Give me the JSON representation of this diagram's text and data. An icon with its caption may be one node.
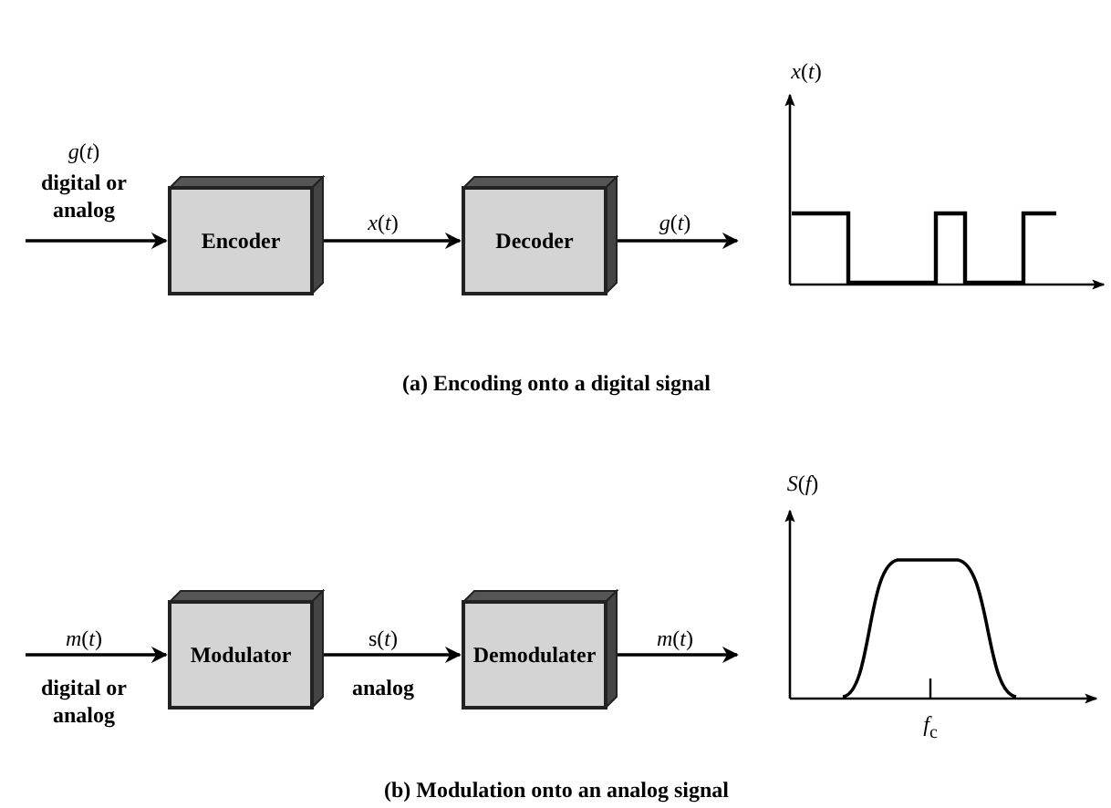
{
  "diagram": {
    "nodes": [
      {
        "text": [
          "Encoder"
        ]
      },
      {
        "text": [
          "Decoder"
        ]
      },
      {
        "text": [
          "Modulator"
        ]
      },
      {
        "text": [
          "Demodulater"
        ]
      }
    ],
    "edges": [
      {
        "from": null,
        "to": 0,
        "arrow": "to",
        "label": "*g*(*t*)"
      },
      {
        "from": 0,
        "to": 1,
        "arrow": "to",
        "label": "*x*(*t*)"
      },
      {
        "from": 1,
        "to": null,
        "arrow": "to",
        "label": "*g*(*t*)"
      },
      {
        "from": null,
        "to": 2,
        "arrow": "to",
        "label": "*m*(*t*)"
      },
      {
        "from": 2,
        "to": 3,
        "arrow": "to",
        "label": "s(*t*)"
      },
      {
        "from": 3,
        "to": null,
        "arrow": "to",
        "label": "*m*(*t*)"
      }
    ],
    "labels": [
      "digital or analog",
      "*x*(*t*)",
      "(a) Encoding onto a digital signal",
      "*S*(*f*)",
      "analog",
      "digital or analog",
      "*f*$_{c}$",
      "(b) Modulation onto an analog signal"
    ]
  }
}
